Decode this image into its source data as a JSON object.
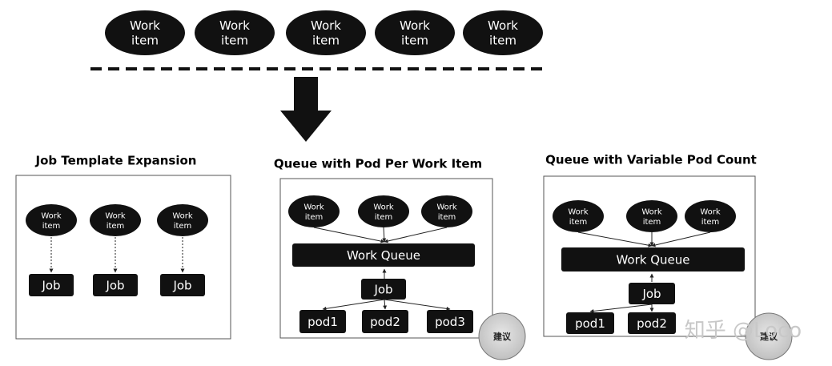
{
  "top_work_items": [
    "Work\nitem",
    "Work\nitem",
    "Work\nitem",
    "Work\nitem",
    "Work\nitem"
  ],
  "panels": [
    {
      "title": "Job Template Expansion",
      "work_items": [
        "Work\nitem",
        "Work\nitem",
        "Work\nitem"
      ],
      "jobs": [
        "Job",
        "Job",
        "Job"
      ]
    },
    {
      "title": "Queue with Pod Per Work Item",
      "work_items": [
        "Work\nitem",
        "Work\nitem",
        "Work\nitem"
      ],
      "queue": "Work Queue",
      "job": "Job",
      "pods": [
        "pod1",
        "pod2",
        "pod3"
      ]
    },
    {
      "title": "Queue with Variable Pod Count",
      "work_items": [
        "Work\nitem",
        "Work\nitem",
        "Work\nitem"
      ],
      "queue": "Work Queue",
      "job": "Job",
      "pods": [
        "pod1",
        "pod2"
      ]
    }
  ],
  "badges": [
    "建议",
    "建议"
  ],
  "watermark": "知乎 @Loco",
  "colors": {
    "node": "#111111",
    "node_text": "#ffffff",
    "text": "#000000",
    "panel_border": "#555555",
    "badge_fill": "#cfcfcf"
  }
}
